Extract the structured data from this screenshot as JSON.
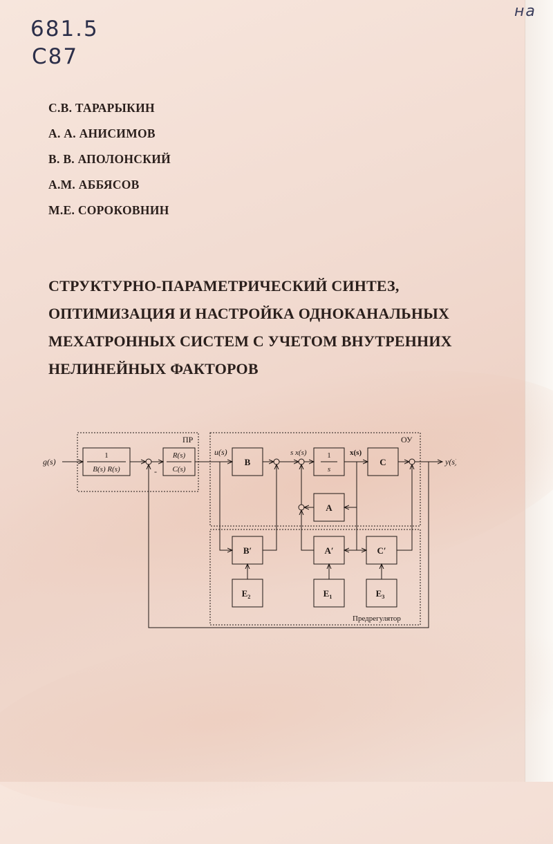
{
  "handwriting": {
    "line1": "681.5",
    "line2": "С87",
    "corner": "на"
  },
  "authors": [
    "С.В. ТАРАРЫКИН",
    "А. А. АНИСИМОВ",
    "В. В. АПОЛОНСКИЙ",
    "А.М. АББЯСОВ",
    "М.Е. СОРОКОВНИН"
  ],
  "title_lines": [
    "СТРУКТУРНО-ПАРАМЕТРИЧЕСКИЙ СИНТЕЗ,",
    "ОПТИМИЗАЦИЯ И НАСТРОЙКА ОДНОКАНАЛЬНЫХ",
    "МЕХАТРОННЫХ СИСТЕМ С УЧЕТОМ ВНУТРЕННИХ",
    "НЕЛИНЕЙНЫХ ФАКТОРОВ"
  ],
  "diagram": {
    "input_label": "g(s)",
    "output_label": "y(s)",
    "prefilter_num": "1",
    "prefilter_den": "B(s) R(s)",
    "controller_num": "R(s)",
    "controller_den": "C(s)",
    "controller_group": "ПР",
    "control_signal": "u(s)",
    "minus_sign": "-",
    "derivative_label": "s x(s)",
    "state_label": "x(s)",
    "integrator_num": "1",
    "integrator_den": "s",
    "block_B": "B",
    "block_A": "A",
    "block_C": "C",
    "block_B_prime": "B′",
    "block_A_prime": "A′",
    "block_C_prime": "C′",
    "block_E2": "E",
    "block_E2_sub": "2",
    "block_E1": "E",
    "block_E1_sub": "1",
    "block_E3": "E",
    "block_E3_sub": "3",
    "plant_group": "ОУ",
    "precontroller_group": "Предрегулятор"
  }
}
